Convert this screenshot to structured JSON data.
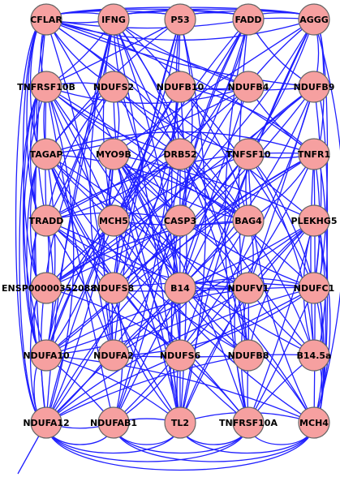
{
  "graph": {
    "colors": {
      "edge": "#1f1fff",
      "node_fill": "#f6a0a0",
      "node_stroke": "#666666",
      "label": "#000000"
    },
    "rows": [
      [
        "CFLAR",
        "IFNG",
        "P53",
        "FADD",
        "AGGG"
      ],
      [
        "TNFRSF10B",
        "NDUFS2",
        "NDUFB10",
        "NDUFB4",
        "NDUFB9"
      ],
      [
        "TAGAP",
        "MYO9B",
        "DRB52",
        "TNFSF10",
        "TNFR1"
      ],
      [
        "TRADD",
        "MCH5",
        "CASP3",
        "BAG4",
        "PLEKHG5"
      ],
      [
        "ENSP00000352088",
        "NDUFS8",
        "B14",
        "NDUFV1",
        "NDUFC1"
      ],
      [
        "NDUFA10",
        "NDUFA2",
        "NDUFS6",
        "NDUFB8",
        "B14.5a"
      ],
      [
        "NDUFA12",
        "NDUFAB1",
        "TL2",
        "TNFRSF10A",
        "MCH4"
      ]
    ]
  }
}
